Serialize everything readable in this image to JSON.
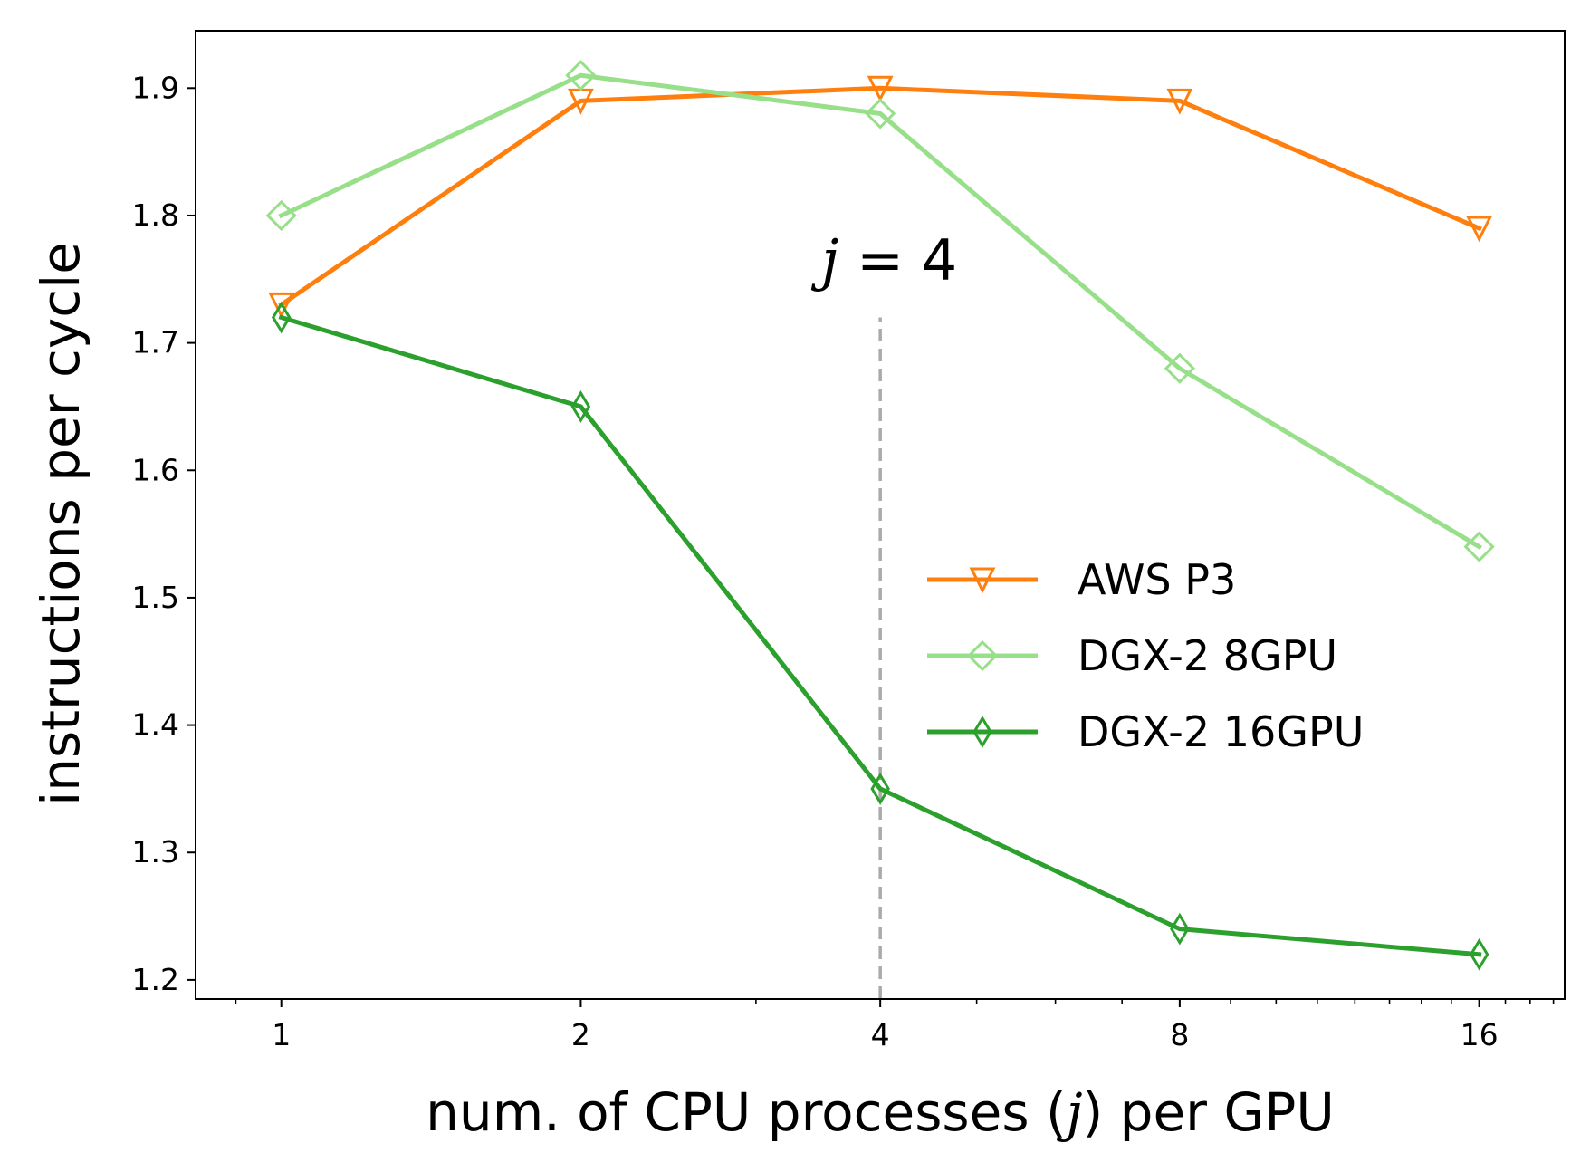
{
  "chart_data": {
    "type": "line",
    "xscale": "log2",
    "x": [
      1,
      2,
      4,
      8,
      16
    ],
    "xticklabels": [
      "1",
      "2",
      "4",
      "8",
      "16"
    ],
    "xlim": [
      0.82,
      19.5
    ],
    "yticks": [
      1.2,
      1.3,
      1.4,
      1.5,
      1.6,
      1.7,
      1.8,
      1.9
    ],
    "yticklabels": [
      "1.2",
      "1.3",
      "1.4",
      "1.5",
      "1.6",
      "1.7",
      "1.8",
      "1.9"
    ],
    "ylim": [
      1.185,
      1.945
    ],
    "xlabel": {
      "before": "num. of CPU processes (",
      "var": "j",
      "after": ") per GPU"
    },
    "ylabel": "instructions per cycle",
    "grid": false,
    "legend_position": "center-right",
    "series": [
      {
        "name": "AWS P3",
        "color": "#ff7f0e",
        "marker": "triangle-down",
        "values": [
          1.73,
          1.89,
          1.9,
          1.89,
          1.79
        ]
      },
      {
        "name": "DGX-2 8GPU",
        "color": "#98df8a",
        "marker": "diamond",
        "values": [
          1.8,
          1.91,
          1.88,
          1.68,
          1.54
        ]
      },
      {
        "name": "DGX-2 16GPU",
        "color": "#2ca02c",
        "marker": "thin-diamond",
        "values": [
          1.72,
          1.65,
          1.35,
          1.24,
          1.22
        ]
      }
    ],
    "annotations": [
      {
        "kind": "vline",
        "x": 4,
        "y_to": 1.72,
        "style": "dashed",
        "color": "#aaaaaa",
        "label": {
          "var": "j",
          "rest": " = 4"
        }
      }
    ]
  }
}
